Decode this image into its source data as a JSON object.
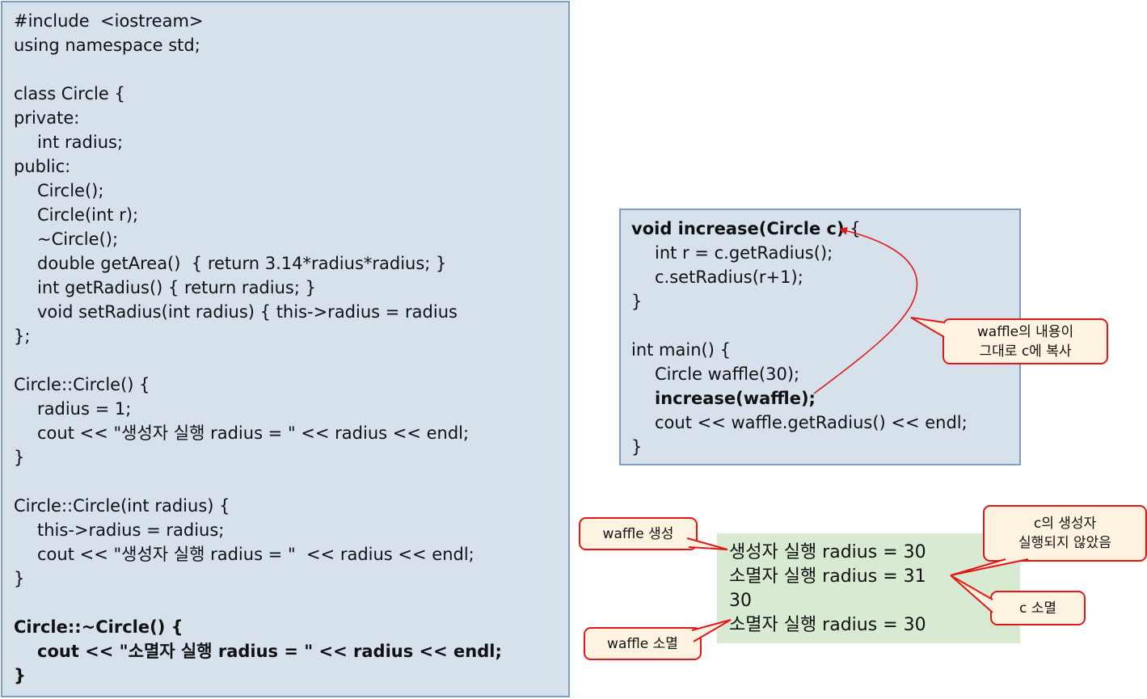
{
  "class_code": {
    "lines": [
      {
        "text": "#include  <iostream>",
        "indent": 0,
        "bold": false
      },
      {
        "text": "using namespace std;",
        "indent": 0,
        "bold": false
      },
      {
        "text": "",
        "indent": 0,
        "bold": false
      },
      {
        "text": "class Circle {",
        "indent": 0,
        "bold": false
      },
      {
        "text": "private:",
        "indent": 0,
        "bold": false
      },
      {
        "text": "int radius;",
        "indent": 1,
        "bold": false
      },
      {
        "text": "public:",
        "indent": 0,
        "bold": false
      },
      {
        "text": "Circle();",
        "indent": 1,
        "bold": false
      },
      {
        "text": "Circle(int r);",
        "indent": 1,
        "bold": false
      },
      {
        "text": "~Circle();",
        "indent": 1,
        "bold": false
      },
      {
        "text": "double getArea()  { return 3.14*radius*radius; }",
        "indent": 1,
        "bold": false
      },
      {
        "text": "int getRadius() { return radius; }",
        "indent": 1,
        "bold": false
      },
      {
        "text": "void setRadius(int radius) { this->radius = radius",
        "indent": 1,
        "bold": false
      },
      {
        "text": "};",
        "indent": 0,
        "bold": false
      },
      {
        "text": "",
        "indent": 0,
        "bold": false
      },
      {
        "text": "Circle::Circle() {",
        "indent": 0,
        "bold": false
      },
      {
        "text": "radius = 1;",
        "indent": 1,
        "bold": false
      },
      {
        "text": "cout << \"생성자 실행 radius = \" << radius << endl;",
        "indent": 1,
        "bold": false
      },
      {
        "text": "}",
        "indent": 0,
        "bold": false
      },
      {
        "text": "",
        "indent": 0,
        "bold": false
      },
      {
        "text": "Circle::Circle(int radius) {",
        "indent": 0,
        "bold": false
      },
      {
        "text": "this->radius = radius;",
        "indent": 1,
        "bold": false
      },
      {
        "text": "cout << \"생성자 실행 radius = \"  << radius << endl;",
        "indent": 1,
        "bold": false
      },
      {
        "text": "}",
        "indent": 0,
        "bold": false
      },
      {
        "text": "",
        "indent": 0,
        "bold": false
      },
      {
        "text": "Circle::~Circle() {",
        "indent": 0,
        "bold": true
      },
      {
        "text": "cout << \"소멸자 실행 radius = \" << radius << endl;",
        "indent": 1,
        "bold": true
      },
      {
        "text": "}",
        "indent": 0,
        "bold": true
      }
    ]
  },
  "main_code": {
    "lines": [
      {
        "text": "void increase(Circle c) {",
        "indent": 0,
        "bold": true,
        "bold_prefix": "void increase(Circle c)",
        "rest": " {"
      },
      {
        "text": "int r = c.getRadius();",
        "indent": 1,
        "bold": false
      },
      {
        "text": "c.setRadius(r+1);",
        "indent": 1,
        "bold": false
      },
      {
        "text": "}",
        "indent": 0,
        "bold": false
      },
      {
        "text": "",
        "indent": 0,
        "bold": false
      },
      {
        "text": "int main() {",
        "indent": 0,
        "bold": false
      },
      {
        "text": "Circle waffle(30);",
        "indent": 1,
        "bold": false
      },
      {
        "text": "increase(waffle);",
        "indent": 1,
        "bold": true
      },
      {
        "text": "cout << waffle.getRadius() << endl;",
        "indent": 1,
        "bold": false
      },
      {
        "text": "}",
        "indent": 0,
        "bold": false
      }
    ]
  },
  "output": {
    "lines": [
      "생성자 실행 radius = 30",
      "소멸자 실행 radius = 31",
      "30",
      "소멸자 실행 radius = 30"
    ]
  },
  "callouts": {
    "copy": [
      "waffle의 내용이",
      "그대로 c에 복사"
    ],
    "waffle_create": [
      "waffle 생성"
    ],
    "c_ctor_not_run": [
      "c의 생성자",
      "실행되지 않았음"
    ],
    "c_destroy": [
      "c 소멸"
    ],
    "waffle_destroy": [
      "waffle 소멸"
    ]
  },
  "colors": {
    "panel_fill": "#d6e1ec",
    "panel_border": "#7f9cc1",
    "output_fill": "#d9ead3",
    "callout_fill": "#fdf3e0",
    "accent_red": "#e01818"
  }
}
